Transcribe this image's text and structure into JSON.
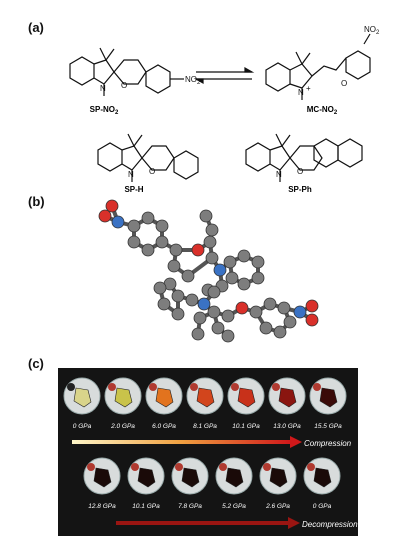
{
  "panels": {
    "a": "(a)",
    "b": "(b)",
    "c": "(c)"
  },
  "molecules": {
    "sp_no2": {
      "name": "SP-NO",
      "sub": "2"
    },
    "mc_no2": {
      "name": "MC-NO",
      "sub": "2"
    },
    "sp_h": {
      "name": "SP-H"
    },
    "sp_ph": {
      "name": "SP-Ph"
    },
    "no2_label": {
      "name": "NO",
      "sub": "2"
    },
    "no2_label_mc": {
      "name": "NO",
      "sub": "2"
    },
    "oxygen": "O",
    "nitrogen": "N",
    "charge": "+",
    "oxide": "O"
  },
  "compression": {
    "label": "Compression",
    "pressures": [
      "0 GPa",
      "2.0 GPa",
      "6.0 GPa",
      "8.1 GPa",
      "10.1 GPa",
      "13.0 GPa",
      "15.5 GPa"
    ],
    "crystal_colors": [
      "#d9d48a",
      "#c9c34a",
      "#e2731e",
      "#d2451c",
      "#c8311a",
      "#8a1510",
      "#3a0a08"
    ]
  },
  "decompression": {
    "label": "Decompression",
    "pressures": [
      "12.8 GPa",
      "10.1 GPa",
      "7.8 GPa",
      "5.2 GPa",
      "2.6 GPa",
      "0 GPa"
    ]
  },
  "colors": {
    "atom_carbon": "#7d7d7d",
    "atom_oxygen": "#d9302a",
    "atom_nitrogen": "#3a72c4",
    "box_background": "#141414",
    "compression_arrow_start": "#fff6c8",
    "compression_arrow_end": "#d0181a",
    "decompression_arrow": "#9a1512"
  }
}
